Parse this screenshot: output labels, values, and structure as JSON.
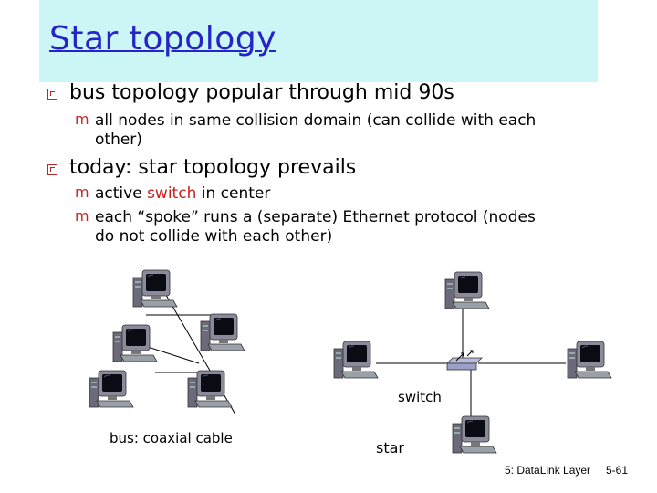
{
  "title": "Star topology",
  "bullets": [
    {
      "text": "bus topology popular through mid 90s",
      "subs": [
        [
          "all nodes in same collision domain (can collide with each",
          "other)"
        ]
      ]
    },
    {
      "text": "today: star topology prevails",
      "subs": [
        [
          "active ",
          "switch",
          " in center"
        ],
        [
          "each “spoke” runs a (separate) Ethernet protocol (nodes",
          "do not collide with each other)"
        ]
      ]
    }
  ],
  "labels": {
    "bus_caption": "bus: coaxial cable",
    "star_caption": "star",
    "switch_label": "switch"
  },
  "footer": {
    "chapter": "5: DataLink Layer",
    "page": "5-61"
  },
  "colors": {
    "title": "#2424c8",
    "title_band": "#ccf5f5",
    "bullet_mark": "#c02828",
    "highlight": "#cc2020"
  },
  "icons": [
    "computer-icon",
    "switch-icon"
  ]
}
